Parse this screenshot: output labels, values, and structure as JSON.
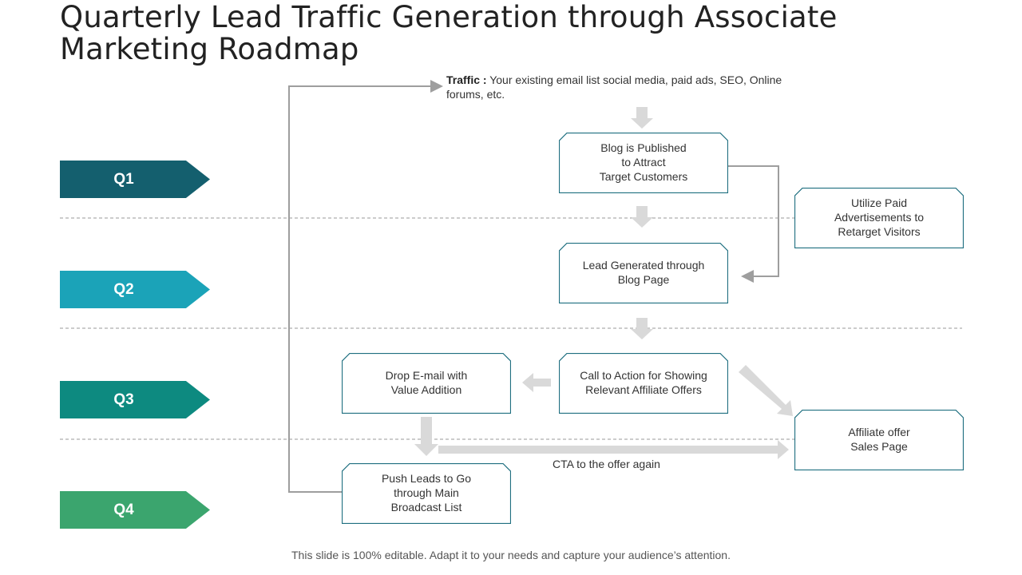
{
  "title": {
    "line1": "Quarterly Lead Traffic Generation through Associate",
    "line2": "Marketing Roadmap"
  },
  "traffic": {
    "label": "Traffic :",
    "text": " Your existing email list social media, paid ads, SEO, Online forums, etc."
  },
  "quarters": [
    {
      "label": "Q1",
      "color": "#145F6E"
    },
    {
      "label": "Q2",
      "color": "#1BA3B8"
    },
    {
      "label": "Q3",
      "color": "#0D8A80"
    },
    {
      "label": "Q4",
      "color": "#3BA56E"
    }
  ],
  "boxes": {
    "blog": "Blog is Published\nto Attract\nTarget Customers",
    "lead": "Lead Generated through\nBlog Page",
    "cta": "Call to Action for Showing\nRelevant Affiliate Offers",
    "drop": "Drop E-mail with\nValue Addition",
    "push": "Push Leads to Go\nthrough Main\nBroadcast List",
    "paid": "Utilize Paid\nAdvertisements to\nRetarget Visitors",
    "affiliate": "Affiliate offer\nSales Page"
  },
  "cta_label": "CTA to the offer again",
  "footer": "This slide is 100% editable. Adapt it to your needs and capture your audience’s attention.",
  "colors": {
    "box_border": "#1F6F80",
    "connector": "#9E9E9E",
    "block_arrow": "#D9D9D9",
    "divider": "#9A9A9A"
  }
}
